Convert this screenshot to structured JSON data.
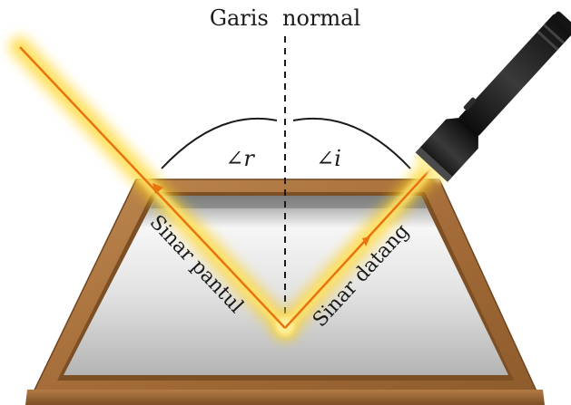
{
  "labels": {
    "normal_line": "Garis  normal",
    "angle_reflection": "∠r",
    "angle_incidence": "∠i",
    "reflected_ray": "Sinar pantul",
    "incident_ray": "Sinar datang"
  },
  "colors": {
    "ray": "#e8730f",
    "glow": "#ffd21c",
    "frame_wood": "#a9743f",
    "frame_dark": "#6e4521",
    "mirror_light": "#f4f4f4",
    "mirror_dark": "#9a9a9a",
    "flashlight": "#1c1c1c"
  },
  "icons": {
    "flashlight": "flashlight-icon"
  }
}
